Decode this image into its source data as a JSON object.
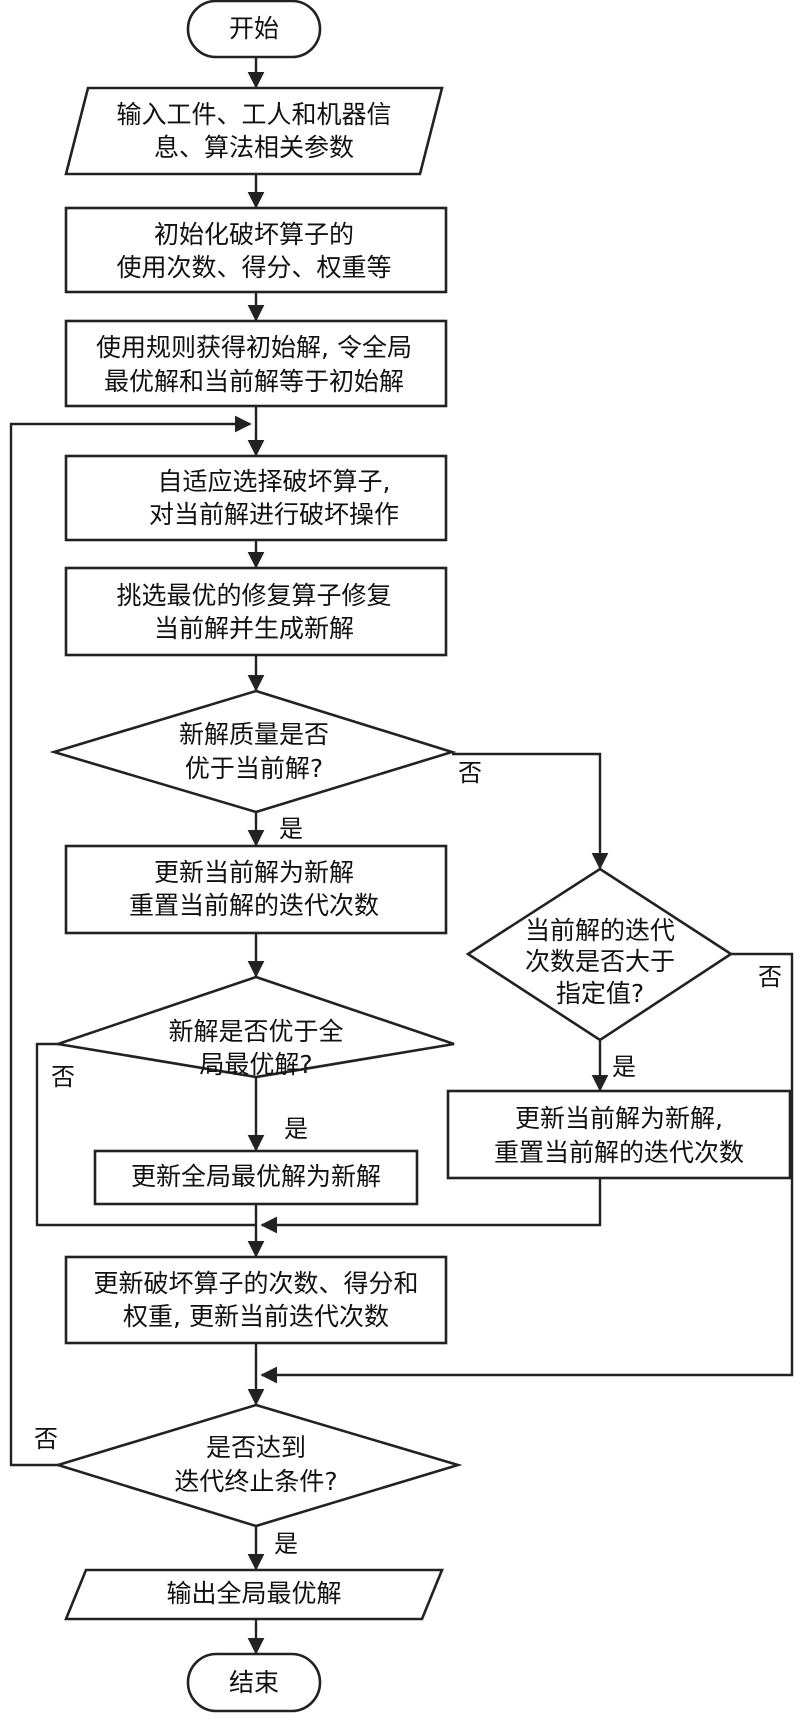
{
  "nodes": {
    "start": "开始",
    "input": [
      "输入工件、工人和机器信",
      "息、算法相关参数"
    ],
    "init_operators": [
      "初始化破坏算子的",
      "使用次数、得分、权重等"
    ],
    "init_solution": [
      "使用规则获得初始解, 令全局",
      "最优解和当前解等于初始解"
    ],
    "destroy": [
      "自适应选择破坏算子,",
      "对当前解进行破坏操作"
    ],
    "repair": [
      "挑选最优的修复算子修复",
      "当前解并生成新解"
    ],
    "better_than_current": [
      "新解质量是否",
      "优于当前解?"
    ],
    "update_current": [
      "更新当前解为新解",
      "重置当前解的迭代次数"
    ],
    "iteration_exceeds": [
      "当前解的迭代",
      "次数是否大于",
      "指定值?"
    ],
    "better_than_global": [
      "新解是否优于全",
      "局最优解?"
    ],
    "update_global": "更新全局最优解为新解",
    "update_current_2": [
      "更新当前解为新解,",
      "重置当前解的迭代次数"
    ],
    "update_operators": [
      "更新破坏算子的次数、得分和",
      "权重, 更新当前迭代次数"
    ],
    "terminate": [
      "是否达到",
      "迭代终止条件?"
    ],
    "output": "输出全局最优解",
    "end": "结束"
  },
  "edge_labels": {
    "yes": "是",
    "no": "否"
  },
  "colors": {
    "stroke": "#222222",
    "fill": "#ffffff",
    "text": "#111111"
  }
}
